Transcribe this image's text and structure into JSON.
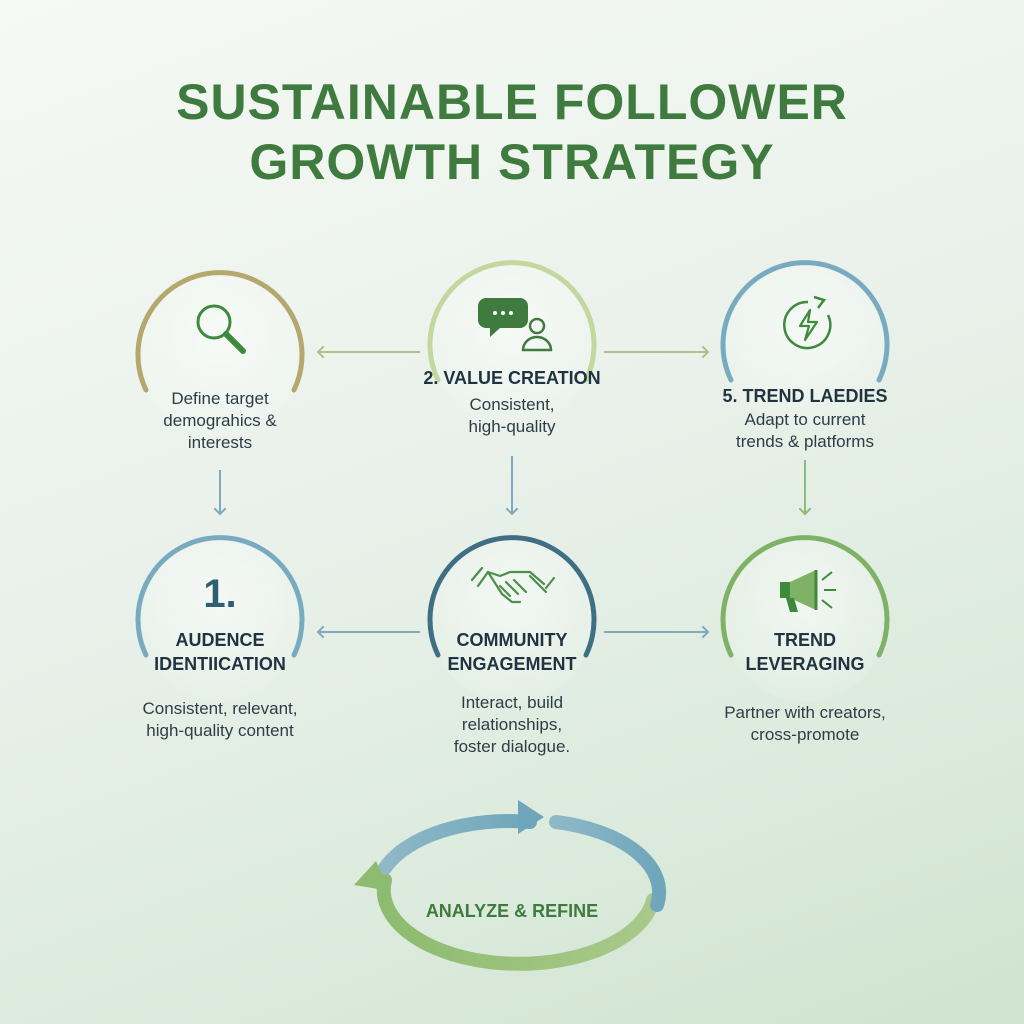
{
  "title": {
    "line1": "SUSTAINABLE FOLLOWER",
    "line2": "GROWTH STRATEGY"
  },
  "nodes": {
    "top_left": {
      "desc": [
        "Define target",
        "demograhics &",
        "interests"
      ],
      "icon": "magnifier-icon"
    },
    "top_center": {
      "heading": "2. VALUE CREATION",
      "desc": [
        "Consistent,",
        "high-quality"
      ],
      "icon": "chat-user-icon"
    },
    "top_right": {
      "heading": "5. TREND LAEDIES",
      "desc": [
        "Adapt to current",
        "trends & platforms"
      ],
      "icon": "lightning-refresh-icon"
    },
    "bottom_left": {
      "number": "1.",
      "heading": [
        "AUDENCE",
        "IDENTIICATION"
      ],
      "desc": [
        "Consistent, relevant,",
        "high-quality content"
      ]
    },
    "bottom_center": {
      "heading": [
        "COMMUNITY",
        "ENGAGEMENT"
      ],
      "desc": [
        "Interact, build",
        "relationships,",
        "foster dialogue."
      ],
      "icon": "handshake-icon"
    },
    "bottom_right": {
      "heading": [
        "TREND",
        "LEVERAGING"
      ],
      "desc": [
        "Partner with creators,",
        "cross-promote"
      ],
      "icon": "megaphone-icon"
    }
  },
  "cycle": {
    "label": "ANALYZE & REFINE"
  },
  "colors": {
    "title_green": "#3f7a3e",
    "ring_olive": "#b5a86e",
    "ring_lightgreen": "#c2d89e",
    "ring_blue": "#78abc0",
    "ring_darkblue": "#3f6f84",
    "ring_green": "#7fb266",
    "icon_green": "#3d8a3d"
  }
}
